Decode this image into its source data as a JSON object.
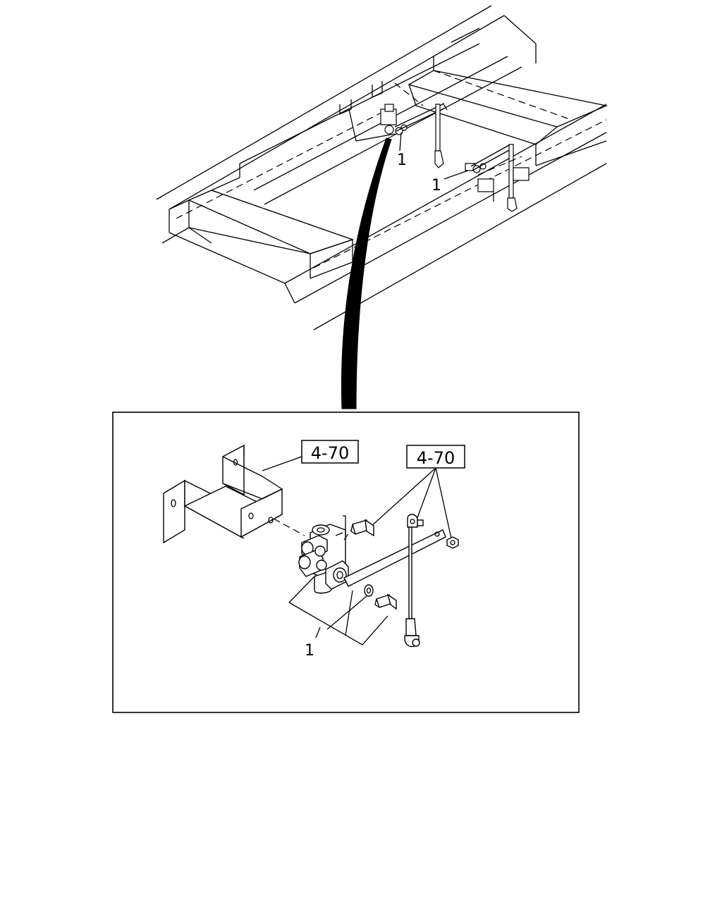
{
  "frame_callouts": {
    "top_left": "1",
    "top_right": "1"
  },
  "detail": {
    "ref_label_bracket": "4-70",
    "ref_label_linkage": "4-70",
    "callout_bottom": "1"
  }
}
